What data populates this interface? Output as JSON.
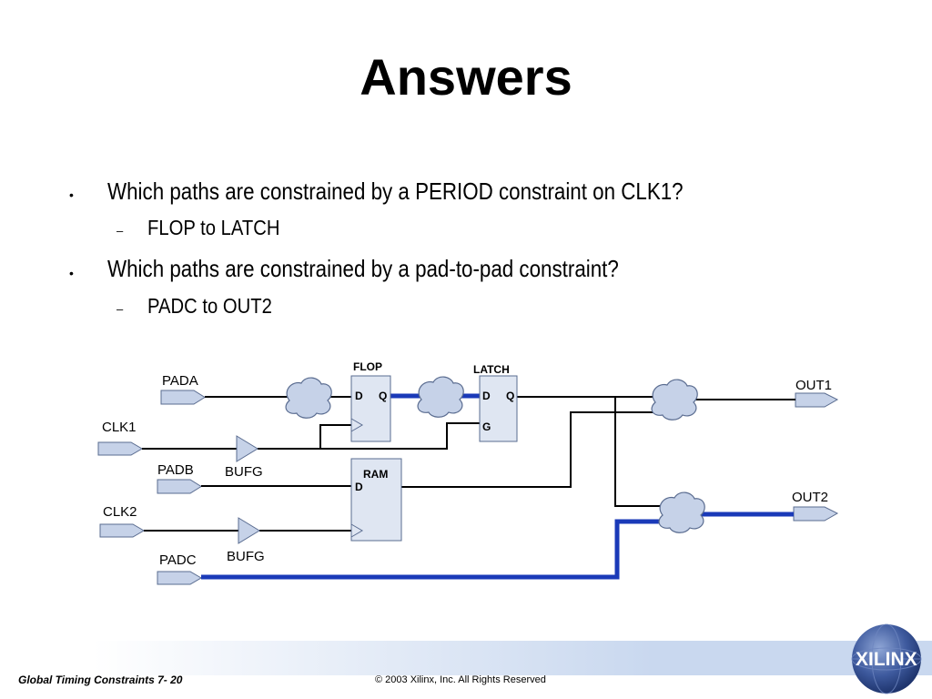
{
  "slide": {
    "title": "Answers",
    "bullets": [
      {
        "text": "Which paths are constrained by a PERIOD constraint on CLK1?",
        "sub": "FLOP to LATCH"
      },
      {
        "text": "Which paths are constrained by a pad-to-pad constraint?",
        "sub": "PADC to OUT2"
      }
    ]
  },
  "diagram": {
    "pads": {
      "pada": "PADA",
      "clk1": "CLK1",
      "padb": "PADB",
      "clk2": "CLK2",
      "padc": "PADC",
      "out1": "OUT1",
      "out2": "OUT2"
    },
    "bufg1": "BUFG",
    "bufg2": "BUFG",
    "flop": {
      "name": "FLOP",
      "d": "D",
      "q": "Q"
    },
    "latch": {
      "name": "LATCH",
      "d": "D",
      "q": "Q",
      "g": "G"
    },
    "ram": {
      "name": "RAM",
      "d": "D"
    },
    "highlight_color": "#1a3ab8"
  },
  "footer": {
    "course": "Global Timing Constraints  7- 20",
    "copyright": "© 2003 Xilinx, Inc. All Rights Reserved",
    "logo_text": "XILINX"
  }
}
